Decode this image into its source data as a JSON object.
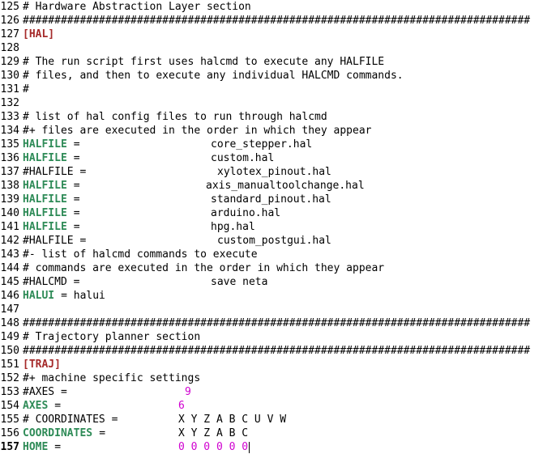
{
  "lines": [
    {
      "n": "125",
      "text": "# Hardware Abstraction Layer section"
    },
    {
      "n": "126",
      "text": "################################################################################"
    },
    {
      "n": "127",
      "text": "[HAL]"
    },
    {
      "n": "128",
      "text": ""
    },
    {
      "n": "129",
      "text": "# The run script first uses halcmd to execute any HALFILE"
    },
    {
      "n": "130",
      "text": "# files, and then to execute any individual HALCMD commands."
    },
    {
      "n": "131",
      "text": "#"
    },
    {
      "n": "132",
      "text": ""
    },
    {
      "n": "133",
      "text": "# list of hal config files to run through halcmd"
    },
    {
      "n": "134",
      "text": "#+ files are executed in the order in which they appear"
    },
    {
      "n": "135",
      "key": "HALFILE",
      "eq": "=",
      "value": "core_stepper.hal"
    },
    {
      "n": "136",
      "key": "HALFILE",
      "eq": "=",
      "value": "custom.hal"
    },
    {
      "n": "137",
      "text": "#HALFILE =",
      "value": "xylotex_pinout.hal"
    },
    {
      "n": "138",
      "key": "HALFILE",
      "eq": "=",
      "value": "axis_manualtoolchange.hal"
    },
    {
      "n": "139",
      "key": "HALFILE",
      "eq": "=",
      "value": "standard_pinout.hal"
    },
    {
      "n": "140",
      "key": "HALFILE",
      "eq": "=",
      "value": "arduino.hal"
    },
    {
      "n": "141",
      "key": "HALFILE",
      "eq": "=",
      "value": "hpg.hal"
    },
    {
      "n": "142",
      "text": "#HALFILE =",
      "value": "custom_postgui.hal"
    },
    {
      "n": "143",
      "text": "#- list of halcmd commands to execute"
    },
    {
      "n": "144",
      "text": "# commands are executed in the order in which they appear"
    },
    {
      "n": "145",
      "text": "#HALCMD =",
      "value": "save neta"
    },
    {
      "n": "146",
      "key": "HALUI",
      "eq": "= halui"
    },
    {
      "n": "147",
      "text": ""
    },
    {
      "n": "148",
      "text": "################################################################################"
    },
    {
      "n": "149",
      "text": "# Trajectory planner section"
    },
    {
      "n": "150",
      "text": "################################################################################"
    },
    {
      "n": "151",
      "text": "[TRAJ]"
    },
    {
      "n": "152",
      "text": "#+ machine specific settings"
    },
    {
      "n": "153",
      "text": "#AXES =",
      "num": "9"
    },
    {
      "n": "154",
      "key": "AXES",
      "eq": "=",
      "num": "6"
    },
    {
      "n": "155",
      "text": "# COORDINATES =",
      "value": "X Y Z A B C U V W"
    },
    {
      "n": "156",
      "key": "COORDINATES",
      "eq": "=",
      "value": "X Y Z A B C"
    },
    {
      "n": "157",
      "key": "HOME",
      "eq": "=",
      "num": "0 0 0 0 0 0"
    }
  ]
}
